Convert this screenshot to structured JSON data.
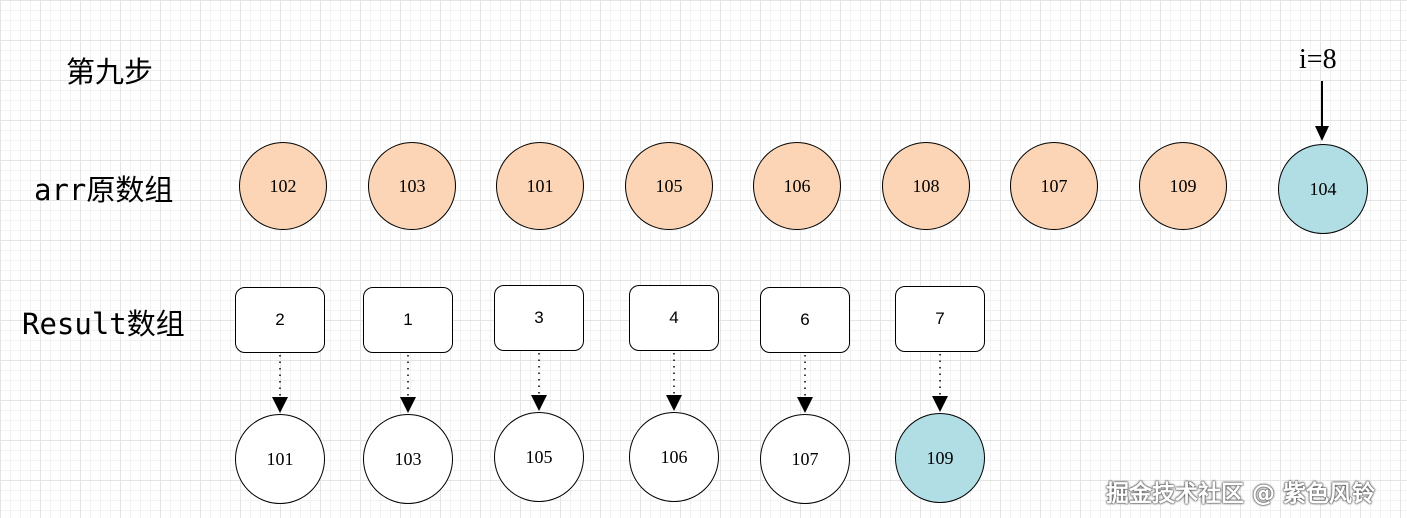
{
  "step_title": "第九步",
  "arr_label": "arr原数组",
  "result_label": "Result数组",
  "pointer_label": "i=8",
  "arr": [
    "102",
    "103",
    "101",
    "105",
    "106",
    "108",
    "107",
    "109",
    "104"
  ],
  "result_indices": [
    "2",
    "1",
    "3",
    "4",
    "6",
    "7"
  ],
  "result_values": [
    "101",
    "103",
    "105",
    "106",
    "107",
    "109"
  ],
  "colors": {
    "arr_fill": "#fbd5b5",
    "highlight_fill": "#b1dde5",
    "result_fill": "#ffffff"
  },
  "watermark": "掘金技术社区 @ 紫色风铃"
}
